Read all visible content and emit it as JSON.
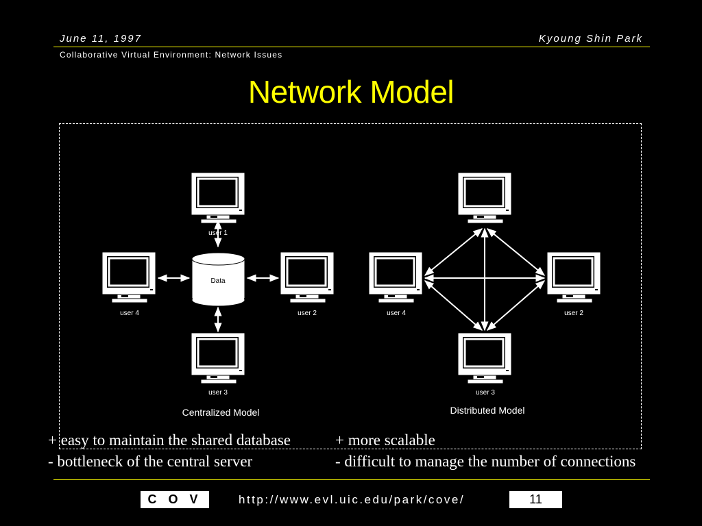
{
  "header": {
    "date": "June 11, 1997",
    "author": "Kyoung Shin Park",
    "subtitle": "Collaborative Virtual Environment: Network Issues"
  },
  "title": "Network Model",
  "centralized": {
    "data_label": "Data",
    "users": [
      "user 1",
      "user 2",
      "user 3",
      "user 4"
    ],
    "model_label": "Centralized Model"
  },
  "distributed": {
    "users": [
      "user 2",
      "user 3",
      "user 4"
    ],
    "model_label": "Distributed Model"
  },
  "notes": {
    "centralized_pro": "+ easy to maintain the shared database",
    "centralized_con": "- bottleneck of the central server",
    "distributed_pro": "+ more scalable",
    "distributed_con": "- difficult to manage the number of connections"
  },
  "footer": {
    "logo": "C O V E",
    "url": "http://www.evl.uic.edu/park/cove/",
    "page_number": "11"
  },
  "colors": {
    "background": "#000000",
    "accent": "#ffff00",
    "text": "#ffffff"
  }
}
